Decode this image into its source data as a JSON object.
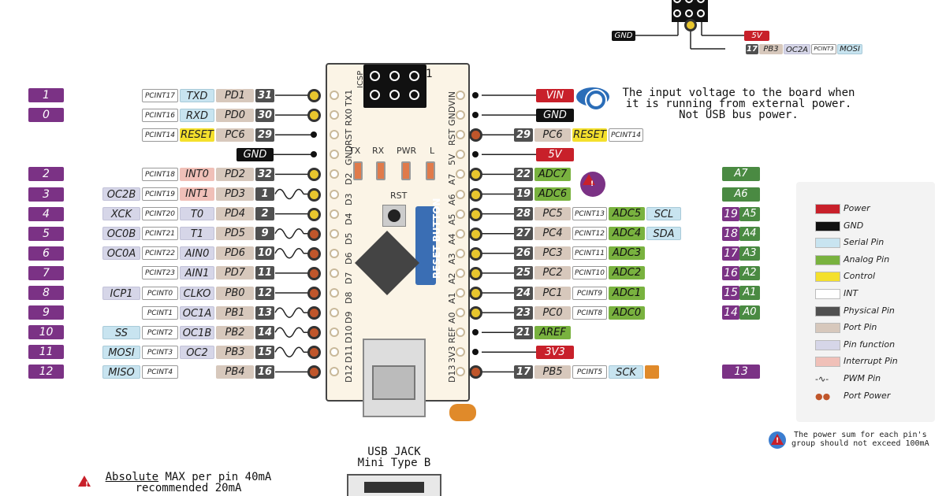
{
  "colors": {
    "power": "#c8202a",
    "gnd": "#111111",
    "serial": "#c8e4f0",
    "analog": "#79b23f",
    "control": "#f4e02c",
    "int": "#ffffff",
    "physical": "#505050",
    "port": "#d7c8bc",
    "pinfunc": "#d6d6e8",
    "interrupt": "#f0c0b8",
    "arduino": "#7b3285"
  },
  "left_rows": [
    {
      "num": "1",
      "pcint": "PCINT17",
      "fn": "TXD",
      "port": "PD1",
      "phys": "31",
      "pin": "y"
    },
    {
      "num": "0",
      "pcint": "PCINT16",
      "fn": "RXD",
      "port": "PD0",
      "phys": "30",
      "pin": "y"
    },
    {
      "pcint": "PCINT14",
      "fn": "RESET",
      "port": "PC6",
      "phys": "29",
      "pin": "dot"
    },
    {
      "gnd": "GND",
      "pin": "dot"
    },
    {
      "num": "2",
      "pcint": "PCINT18",
      "fn": "INT0",
      "port": "PD2",
      "phys": "32",
      "pin": "y"
    },
    {
      "num": "3",
      "ext": "OC2B",
      "pcint": "PCINT19",
      "fn": "INT1",
      "port": "PD3",
      "phys": "1",
      "pin": "y",
      "pwm": true
    },
    {
      "num": "4",
      "ext": "XCK",
      "pcint": "PCINT20",
      "fn": "T0",
      "port": "PD4",
      "phys": "2",
      "pin": "y"
    },
    {
      "num": "5",
      "ext": "OC0B",
      "pcint": "PCINT21",
      "fn": "T1",
      "port": "PD5",
      "phys": "9",
      "pin": "o",
      "pwm": true
    },
    {
      "num": "6",
      "ext": "OC0A",
      "pcint": "PCINT22",
      "fn": "AIN0",
      "port": "PD6",
      "phys": "10",
      "pin": "o",
      "pwm": true
    },
    {
      "num": "7",
      "pcint": "PCINT23",
      "fn": "AIN1",
      "port": "PD7",
      "phys": "11",
      "pin": "o"
    },
    {
      "num": "8",
      "ext": "ICP1",
      "pcint": "PCINT0",
      "fn": "CLKO",
      "port": "PB0",
      "phys": "12",
      "pin": "o"
    },
    {
      "num": "9",
      "pcint": "PCINT1",
      "fn": "OC1A",
      "port": "PB1",
      "phys": "13",
      "pin": "o",
      "pwm": true
    },
    {
      "num": "10",
      "ext": "SS",
      "pcint": "PCINT2",
      "fn": "OC1B",
      "port": "PB2",
      "phys": "14",
      "pin": "o",
      "pwm": true
    },
    {
      "num": "11",
      "ext": "MOSI",
      "pcint": "PCINT3",
      "fn": "OC2",
      "port": "PB3",
      "phys": "15",
      "pin": "o",
      "pwm": true
    },
    {
      "num": "12",
      "ext": "MISO",
      "pcint": "PCINT4",
      "port": "PB4",
      "phys": "16",
      "pin": "o"
    }
  ],
  "right_rows": [
    {
      "pwr": "VIN",
      "pin": "dot"
    },
    {
      "gnd": "GND",
      "pin": "dot"
    },
    {
      "phys": "29",
      "port": "PC6",
      "fn": "RESET",
      "pcint": "PCINT14",
      "pin": "o"
    },
    {
      "pwr": "5V",
      "pin": "dot"
    },
    {
      "phys": "22",
      "anl": "ADC7",
      "pin": "y",
      "ain": "A7"
    },
    {
      "phys": "19",
      "anl": "ADC6",
      "pin": "y",
      "ain": "A6"
    },
    {
      "phys": "28",
      "port": "PC5",
      "pcint": "PCINT13",
      "anl": "ADC5",
      "ser": "SCL",
      "pin": "y",
      "num": "19",
      "ain": "A5"
    },
    {
      "phys": "27",
      "port": "PC4",
      "pcint": "PCINT12",
      "anl": "ADC4",
      "ser": "SDA",
      "pin": "y",
      "num": "18",
      "ain": "A4"
    },
    {
      "phys": "26",
      "port": "PC3",
      "pcint": "PCINT11",
      "anl": "ADC3",
      "pin": "y",
      "num": "17",
      "ain": "A3"
    },
    {
      "phys": "25",
      "port": "PC2",
      "pcint": "PCINT10",
      "anl": "ADC2",
      "pin": "y",
      "num": "16",
      "ain": "A2"
    },
    {
      "phys": "24",
      "port": "PC1",
      "pcint": "PCINT9",
      "anl": "ADC1",
      "pin": "y",
      "num": "15",
      "ain": "A1"
    },
    {
      "phys": "23",
      "port": "PC0",
      "pcint": "PCINT8",
      "anl": "ADC0",
      "pin": "y",
      "num": "14",
      "ain": "A0"
    },
    {
      "phys": "21",
      "anl": "AREF",
      "pin": "dot"
    },
    {
      "pwr": "3V3",
      "pin": "dot"
    },
    {
      "phys": "17",
      "port": "PB5",
      "pcint": "PCINT5",
      "ser": "SCK",
      "pin": "o",
      "num": "13"
    }
  ],
  "top_icsp": {
    "gnd": "GND",
    "pwr": "5V",
    "phys": "17",
    "port": "PB3",
    "fn": "OC2A",
    "pcint": "PCINT3",
    "ser": "MOSI"
  },
  "board_silk_left": [
    "TX1",
    "RX0",
    "RST",
    "GND",
    "D2",
    "D3",
    "D4",
    "D5",
    "D6",
    "D7",
    "D8",
    "D9",
    "D10",
    "D11",
    "D12"
  ],
  "board_silk_right": [
    "VIN",
    "GND",
    "RST",
    "5V",
    "A7",
    "A6",
    "A5",
    "A4",
    "A3",
    "A2",
    "A1",
    "A0",
    "REF",
    "3V3",
    "D13"
  ],
  "board": {
    "icsp": "ICSP",
    "icsp_pin1": "1",
    "leds": [
      "TX",
      "RX",
      "PWR",
      "L"
    ],
    "rst": "RST",
    "reset_button": "RESET BUTTON"
  },
  "vin_note": [
    "The input voltage to the board when",
    "it is running from external power.",
    "Not USB bus power."
  ],
  "legend": [
    {
      "label": "Power",
      "color": "#c8202a"
    },
    {
      "label": "GND",
      "color": "#111111"
    },
    {
      "label": "Serial Pin",
      "color": "#c8e4f0"
    },
    {
      "label": "Analog Pin",
      "color": "#79b23f"
    },
    {
      "label": "Control",
      "color": "#f4e02c"
    },
    {
      "label": "INT",
      "color": "#ffffff"
    },
    {
      "label": "Physical Pin",
      "color": "#505050"
    },
    {
      "label": "Port Pin",
      "color": "#d7c8bc"
    },
    {
      "label": "Pin function",
      "color": "#d6d6e8"
    },
    {
      "label": "Interrupt Pin",
      "color": "#f0c0b8"
    },
    {
      "label": "PWM Pin"
    },
    {
      "label": "Port Power"
    }
  ],
  "power_note": [
    "The power sum for each pin's",
    "group should not exceed 100mA"
  ],
  "usb": [
    "USB JACK",
    "Mini Type B"
  ],
  "max_note": {
    "underlined": "Absolute",
    "rest": " MAX per pin 40mA",
    "line2": "recommended 20mA"
  }
}
